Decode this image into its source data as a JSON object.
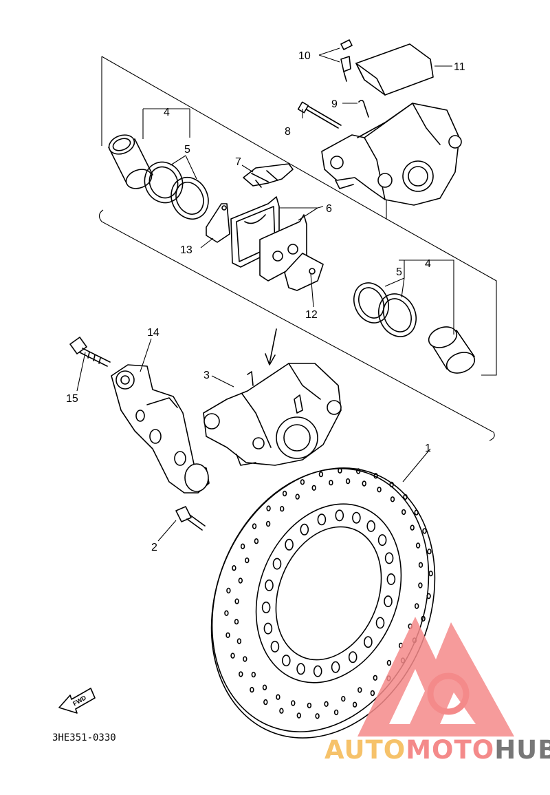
{
  "diagram_code": "3HE351-0330",
  "fwd_label": "FWD",
  "watermark": {
    "part1": "AUTO",
    "part2": "MOTO",
    "part3": "HUB",
    "colors": {
      "logo": "#f48a8a",
      "auto": "#f6c26a",
      "moto": "#f48a8a",
      "hub": "#777777"
    }
  },
  "callouts": {
    "c1": "1",
    "c2": "2",
    "c3": "3",
    "c4a": "4",
    "c4b": "4",
    "c5a": "5",
    "c5b": "5",
    "c6": "6",
    "c7": "7",
    "c8": "8",
    "c9": "9",
    "c10": "10",
    "c11": "11",
    "c12": "12",
    "c13": "13",
    "c14": "14",
    "c15": "15"
  }
}
